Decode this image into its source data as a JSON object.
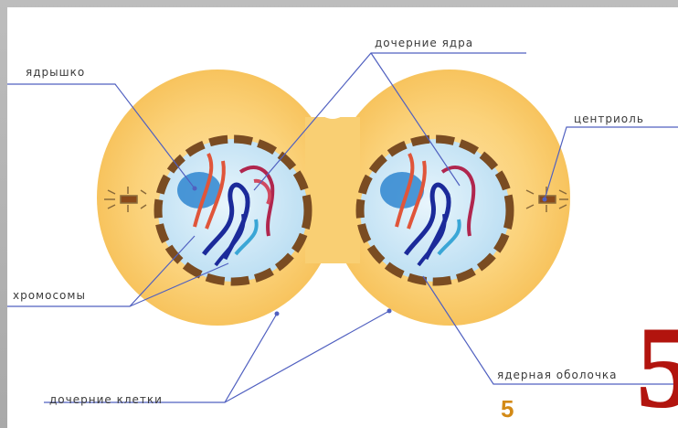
{
  "labels": {
    "nucleolus": "ядрышко",
    "daughter_nuclei": "дочерние ядра",
    "centriole": "центриоль",
    "chromosomes": "хромосомы",
    "daughter_cells": "дочерние клетки",
    "nuclear_envelope": "ядерная оболочка"
  },
  "slide": {
    "small_number": "5",
    "big_number": "5"
  },
  "colors": {
    "cytoplasm": "#fbd27a",
    "nucleus": "#c9e6f6",
    "membrane": "#7a4c22",
    "chromosome_red": "#e0553a",
    "chromosome_blue": "#1b2a9a",
    "chromosome_cyan": "#3aa6d6",
    "leader_line": "#5060c0",
    "slide_number": "#b2140e"
  }
}
